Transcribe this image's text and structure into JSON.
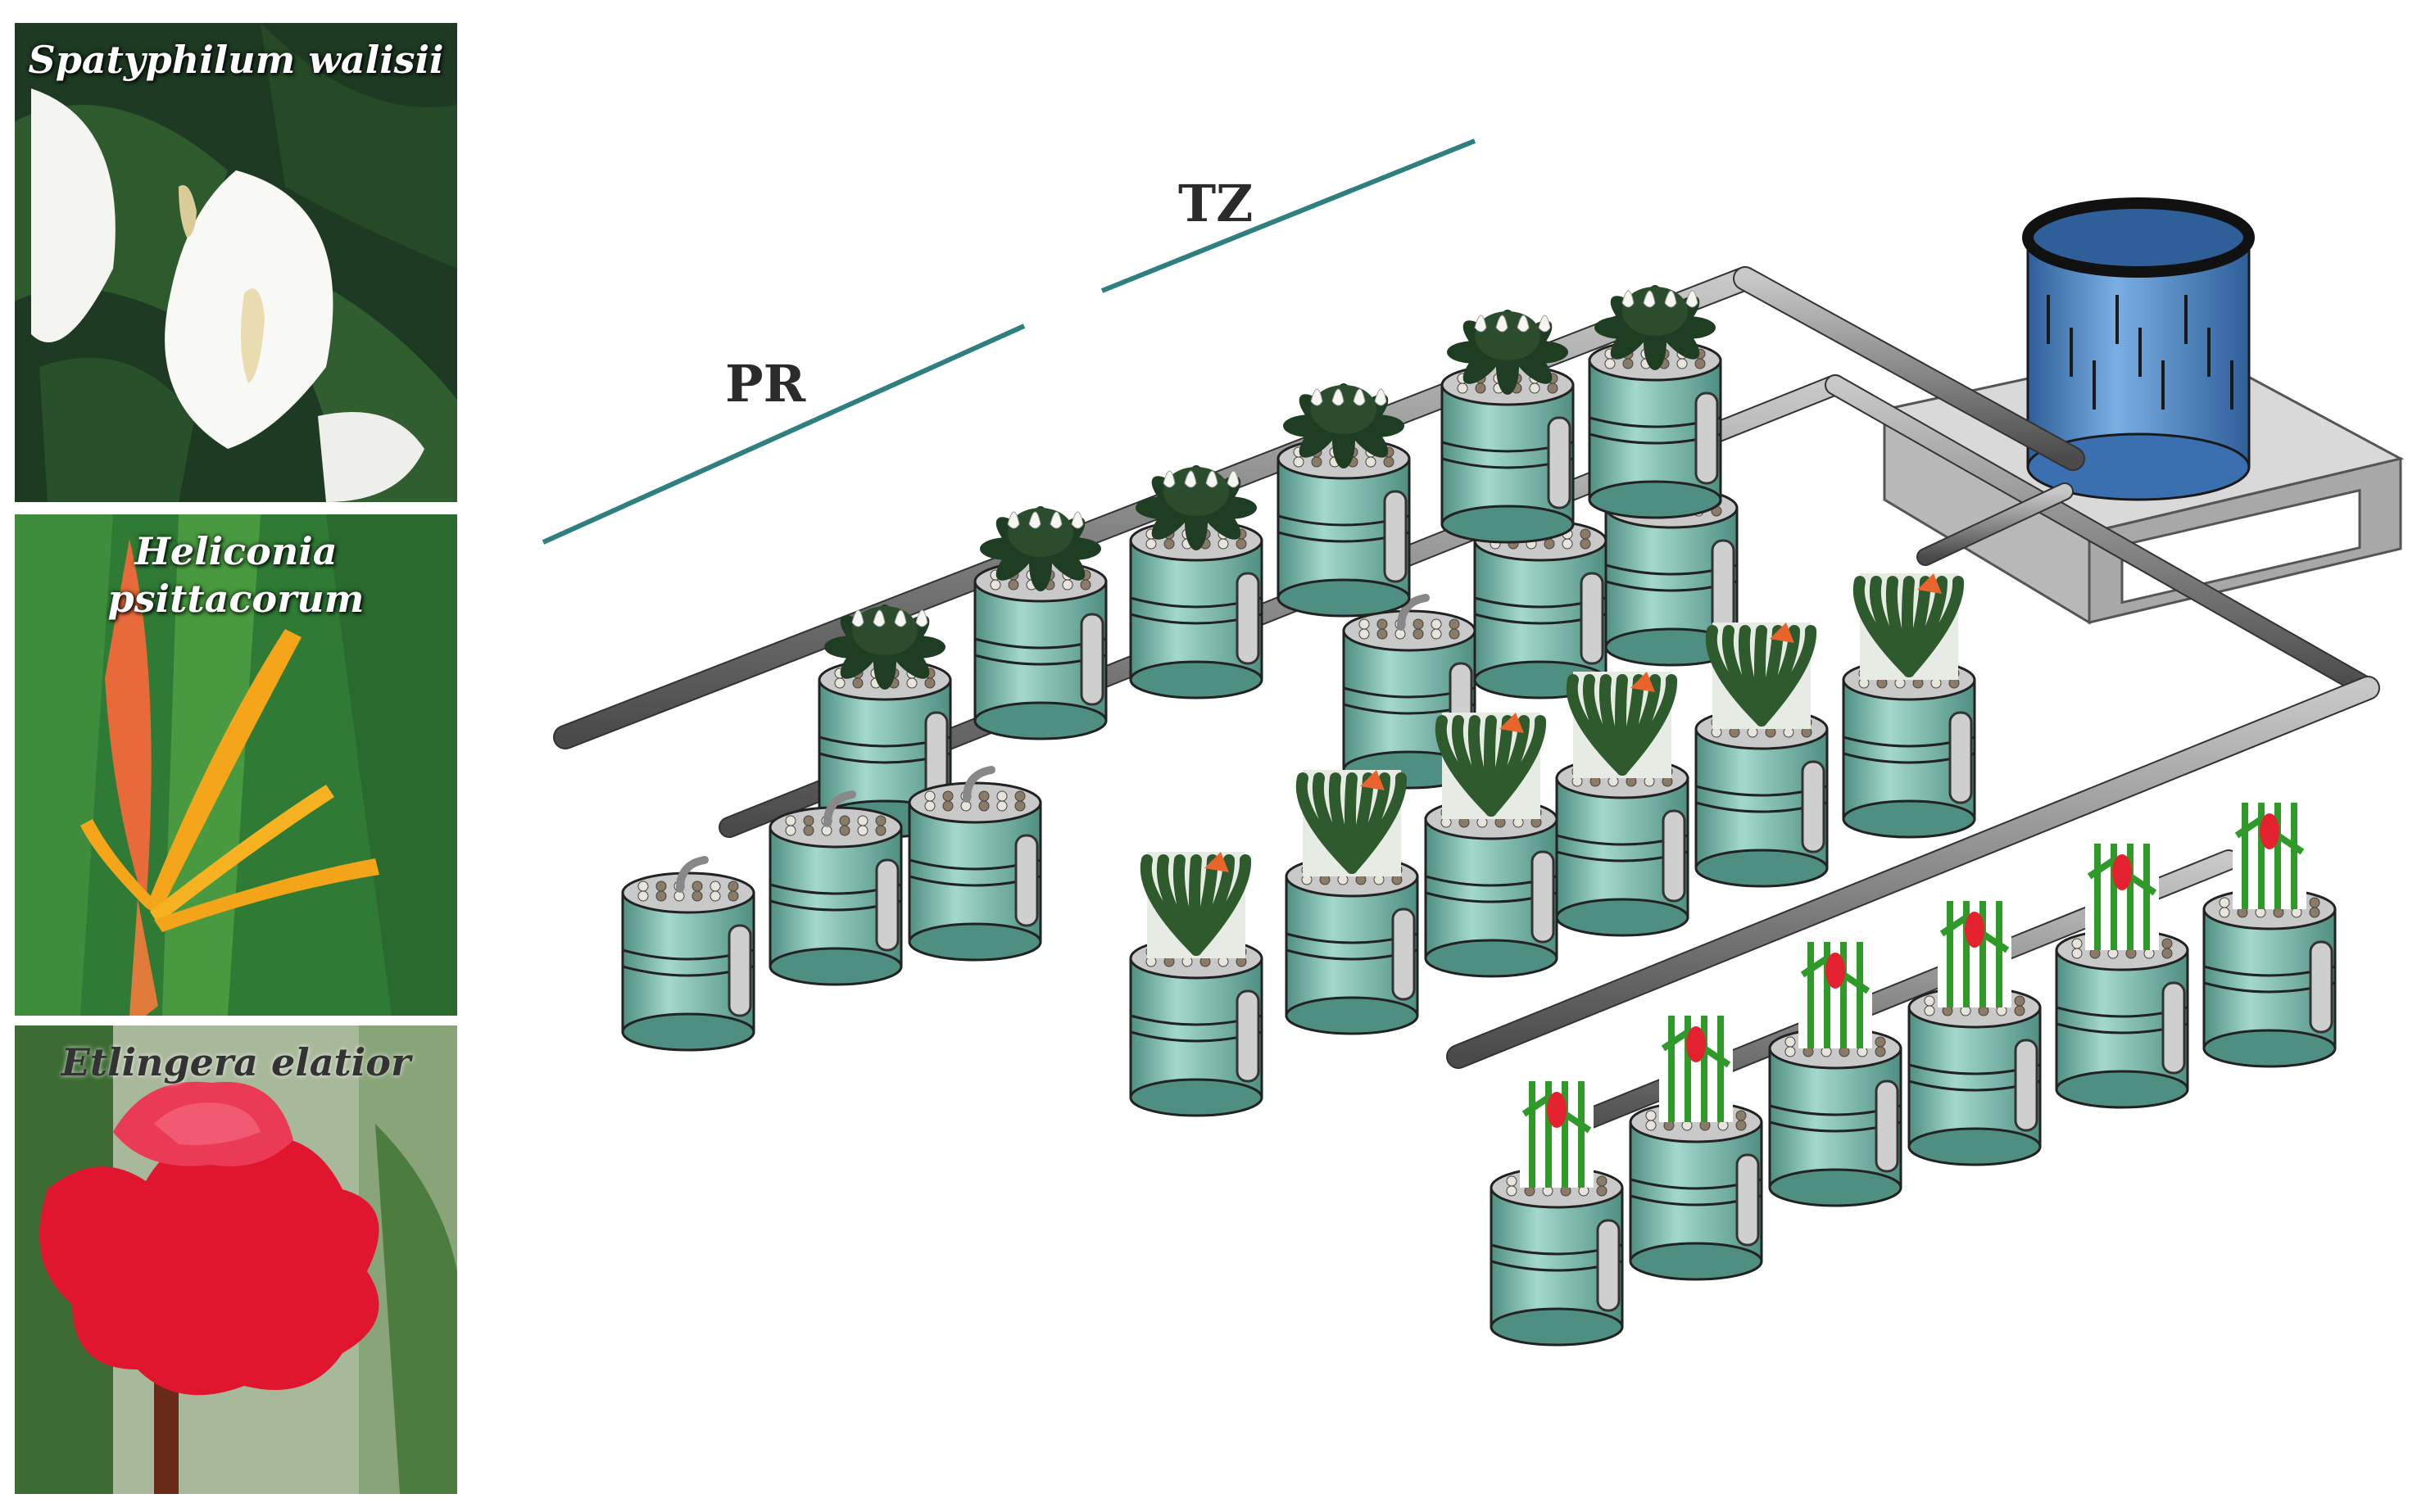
{
  "photos": [
    {
      "caption": "Spatyphilum walisii",
      "caption_style": "light",
      "subject": "white-spathe-flower"
    },
    {
      "caption": "Heliconia psittacorum",
      "caption_style": "light",
      "subject": "orange-heliconia-flower"
    },
    {
      "caption": "Etlingera elatior",
      "caption_style": "dark",
      "subject": "red-torch-ginger-flower"
    }
  ],
  "zones": {
    "pr_label": "PR",
    "tz_label": "TZ"
  },
  "colors": {
    "zone_line": "#2f7f80",
    "pot": "#7fc1b4",
    "pot_dark": "#4f8f82",
    "pipe": "#8a8a8a",
    "tank": "#4a84c4",
    "leaf": "#1f3d22"
  }
}
